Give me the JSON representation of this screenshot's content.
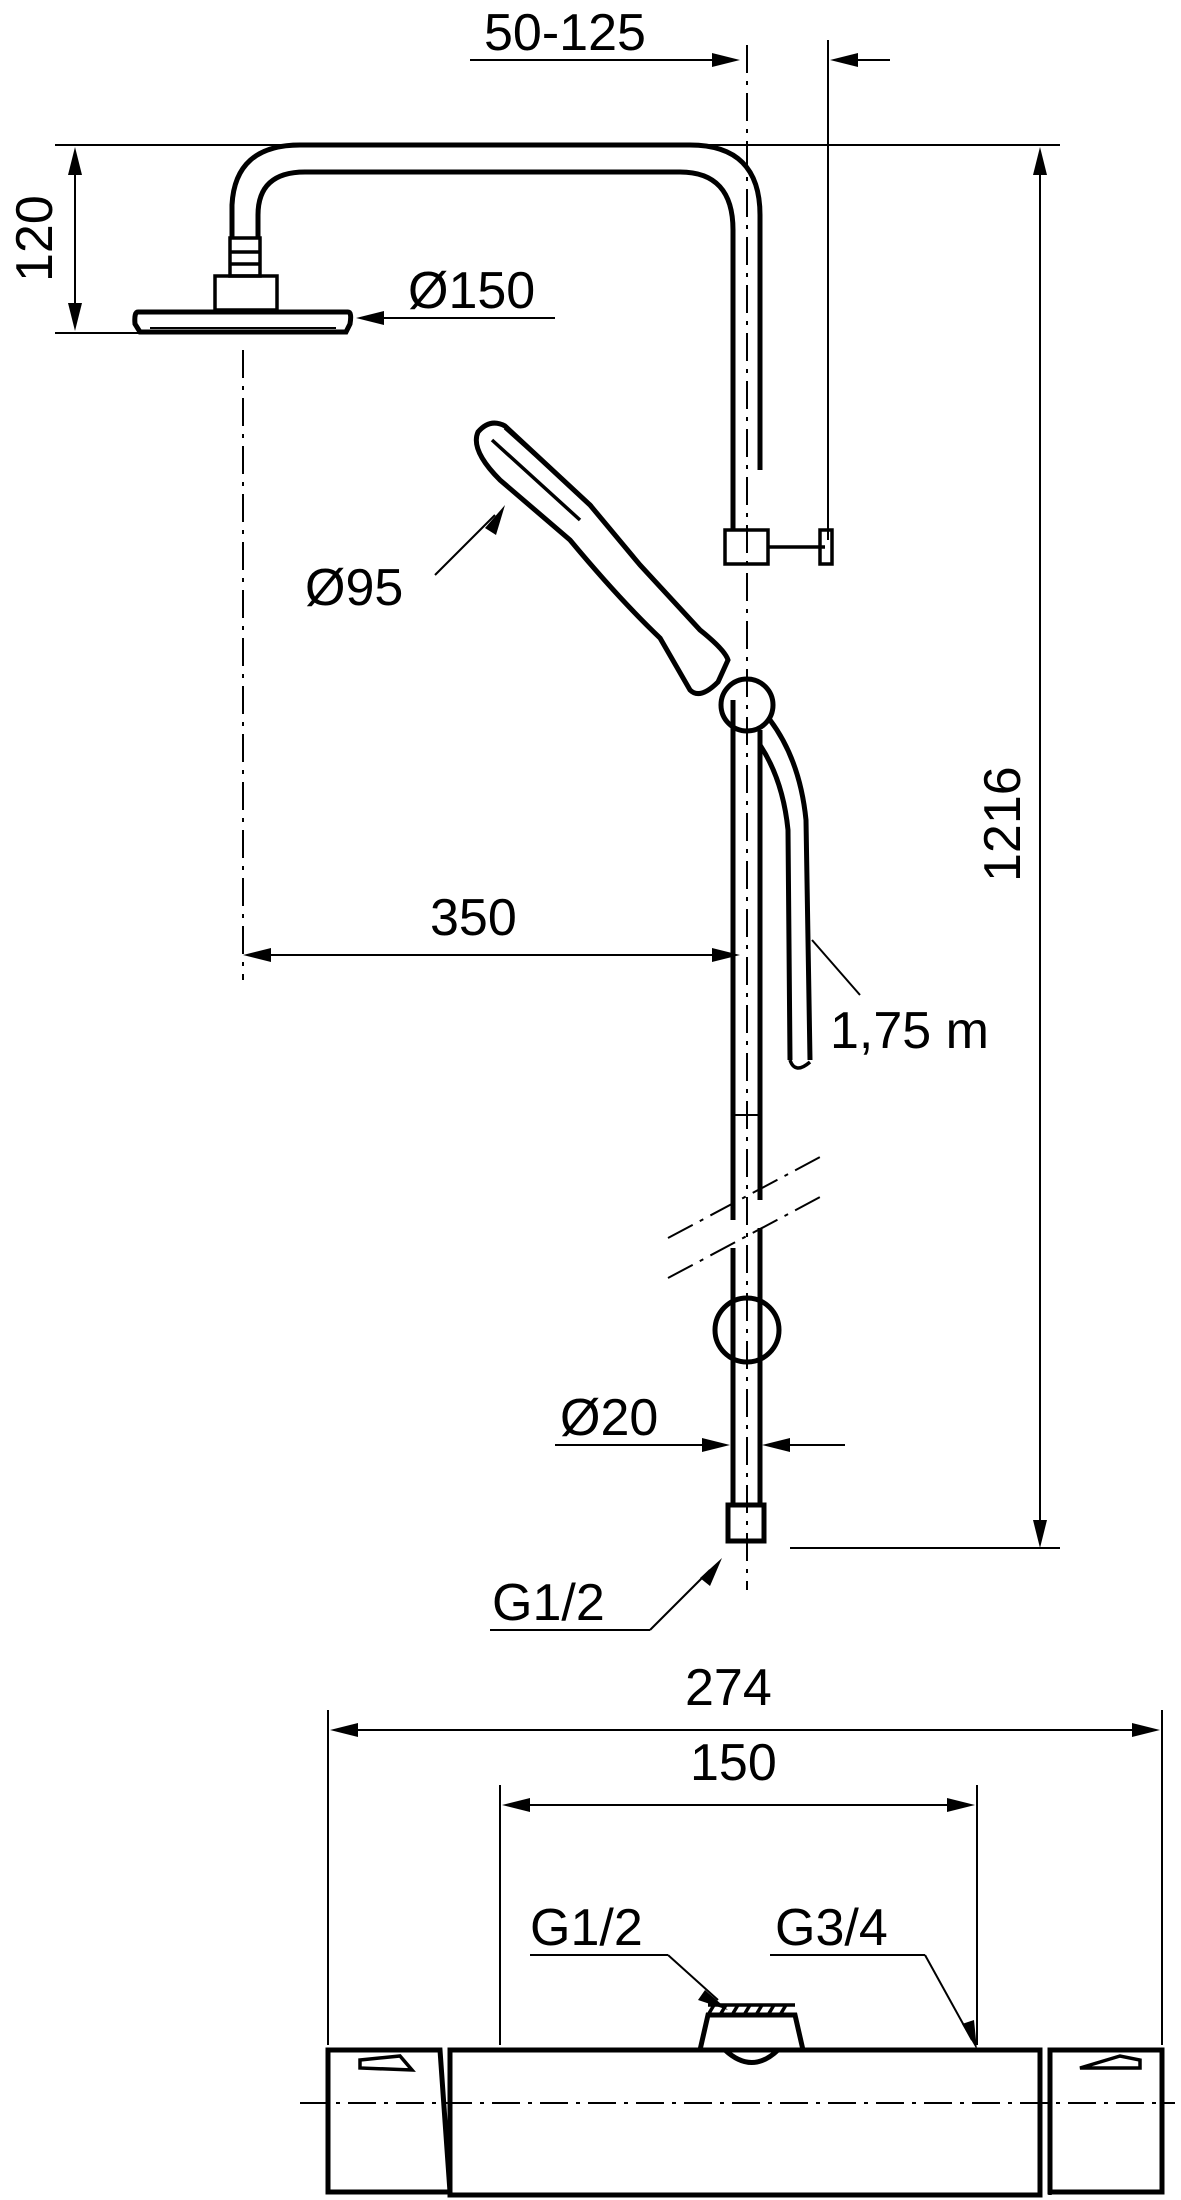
{
  "dimensions": {
    "arm_projection": "50-125",
    "head_height": "120",
    "head_diameter": "Ø150",
    "hand_shower_diameter": "Ø95",
    "total_height": "1216",
    "arm_length": "350",
    "hose_length": "1,75 m",
    "rail_diameter": "Ø20",
    "rail_connection": "G1/2",
    "mixer_width": "274",
    "mixer_centers": "150",
    "mixer_inlet_thread": "G1/2",
    "mixer_outlet_thread": "G3/4"
  },
  "colors": {
    "line": "#000000",
    "background": "#ffffff"
  }
}
